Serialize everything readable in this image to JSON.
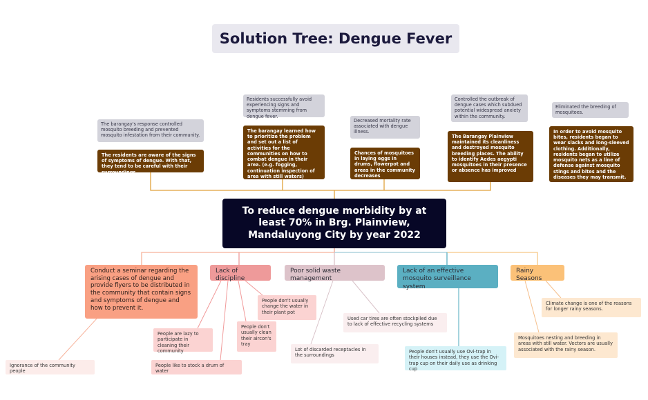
{
  "title": "Solution Tree: Dengue Fever",
  "goal": "To reduce dengue morbidity by at least 70% in Brg. Plainview, Mandaluyong City by year 2022",
  "results": [
    "The barangay's response controlled mosquito breeding and prevented mosquito infestation from their community.",
    "Residents successfully avoid experiencing signs and symptoms stemming from dengue fever.",
    "Decreased mortality rate associated with dengue illness.",
    "Controlled the outbreak of dengue cases which subdued potential widespread anxiety within the community.",
    "Eliminated the breeding of mosquitoes."
  ],
  "actions": [
    "The residents are aware of the signs of symptoms of dengue. With that, they tend to be careful with their surroundings.",
    "The barangay learned how to prioritize the problem and set out a list of activities for the communities on how to combat dengue in their area. (e.g. fogging, continuation inspection of area with still waters)",
    "Chances of mosquitoes in laying eggs in drums, flowerpot and areas in the community decreases",
    "The Barangay Plainview maintained its cleanliness and destroyed mosquito breeding places. The ability to identify Aedes aegypti mosquitoes in their presence or absence has improved",
    "In order to avoid mosquito bites, residents began to wear slacks and long-sleeved clothing. Additionally, residents began to utilize mosquito nets as a line of defense against mosquito stings and bites and the diseases they may transmit."
  ],
  "categories": {
    "seminar": "Conduct a seminar regarding the arising cases of dengue and provide flyers to be distributed in the community that contain signs and symptoms of dengue and how to prevent it.",
    "discipline": "Lack of discipline",
    "waste": "Poor solid waste management",
    "surveillance": "Lack of an effective mosquito surveillance system",
    "rainy": "Rainy Seasons"
  },
  "causes": {
    "ignorance": "Ignorance of the community people",
    "lazy": "People are lazy to participate in cleaning their community",
    "stock_drum": "People like to stock a drum of water",
    "plant_pot": "People don't usually change the water in their plant pot",
    "aircon": "People don't usually clean their aircon's tray",
    "tires": "Used car tires are often stockpiled due to lack of effective recycling systems",
    "receptacles": "Lot of discarded receptacles in the surroundings",
    "ovitrap": "People don't usually use Ovi-trap in their houses instead, they use the Ovi-trap cup on their daily use as drinking cup",
    "climate": "Climate change is one of the reasons for longer rainy seasons.",
    "nesting": "Mosquitoes nesting and breeding in areas with still water. Vectors are usually associated with the rainy season."
  },
  "colors": {
    "goal_bg": "#070726",
    "action_bg": "#6b3c05",
    "result_bg": "#d3d3db",
    "top_connector": "#e0a13a",
    "seminar": "#f9a083",
    "discipline": "#ee9a9a",
    "waste": "#ddc3ca",
    "surveillance": "#5bafc2",
    "rainy": "#fbc178"
  }
}
